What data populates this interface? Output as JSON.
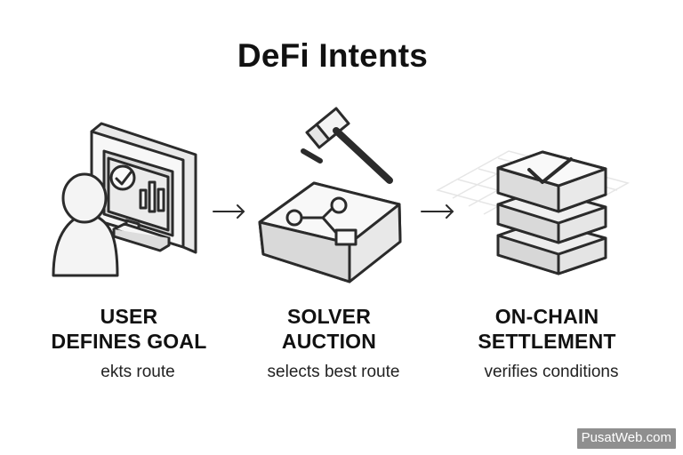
{
  "title": "DeFi Intents",
  "steps": [
    {
      "title_line1": "USER",
      "title_line2": "DEFINES GOAL",
      "subtitle": "ekts route",
      "icon": "user-monitor-icon"
    },
    {
      "title_line1": "SOLVER",
      "title_line2": "AUCTION",
      "subtitle": "selects best route",
      "icon": "gavel-flow-icon"
    },
    {
      "title_line1": "ON-CHAIN",
      "title_line2": "SETTLEMENT",
      "subtitle": "verifies conditions",
      "icon": "checkmark-stack-icon"
    }
  ],
  "connectors": [
    "arrow-right-icon",
    "arrow-right-icon"
  ],
  "watermark": "PusatWeb.com",
  "colors": {
    "line": "#2b2b2b",
    "fill": "#f2f2f2",
    "fill_dark": "#d8d8d8",
    "grid": "#e8e8e8"
  }
}
